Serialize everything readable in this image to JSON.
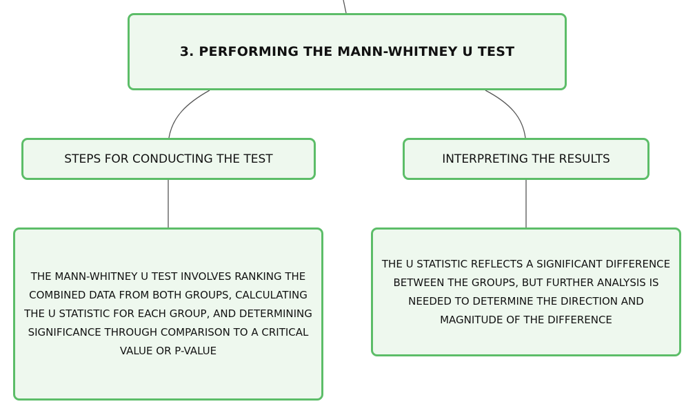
{
  "diagram": {
    "main_topic": "3. Performing the Mann-Whitney U Test",
    "branches": [
      {
        "title": "Steps for conducting the test",
        "detail": "The Mann-Whitney U test involves ranking the combined data from both groups, calculating the U statistic for each group, and determining significance through comparison to a critical value or p-value"
      },
      {
        "title": "Interpreting the results",
        "detail": "The U statistic reflects a significant difference between the groups, but further analysis is needed to determine the direction and magnitude of the difference"
      }
    ]
  },
  "colors": {
    "node_fill": "#eef8ee",
    "node_border": "#5cbd68",
    "connector": "#555555",
    "text": "#111111"
  }
}
